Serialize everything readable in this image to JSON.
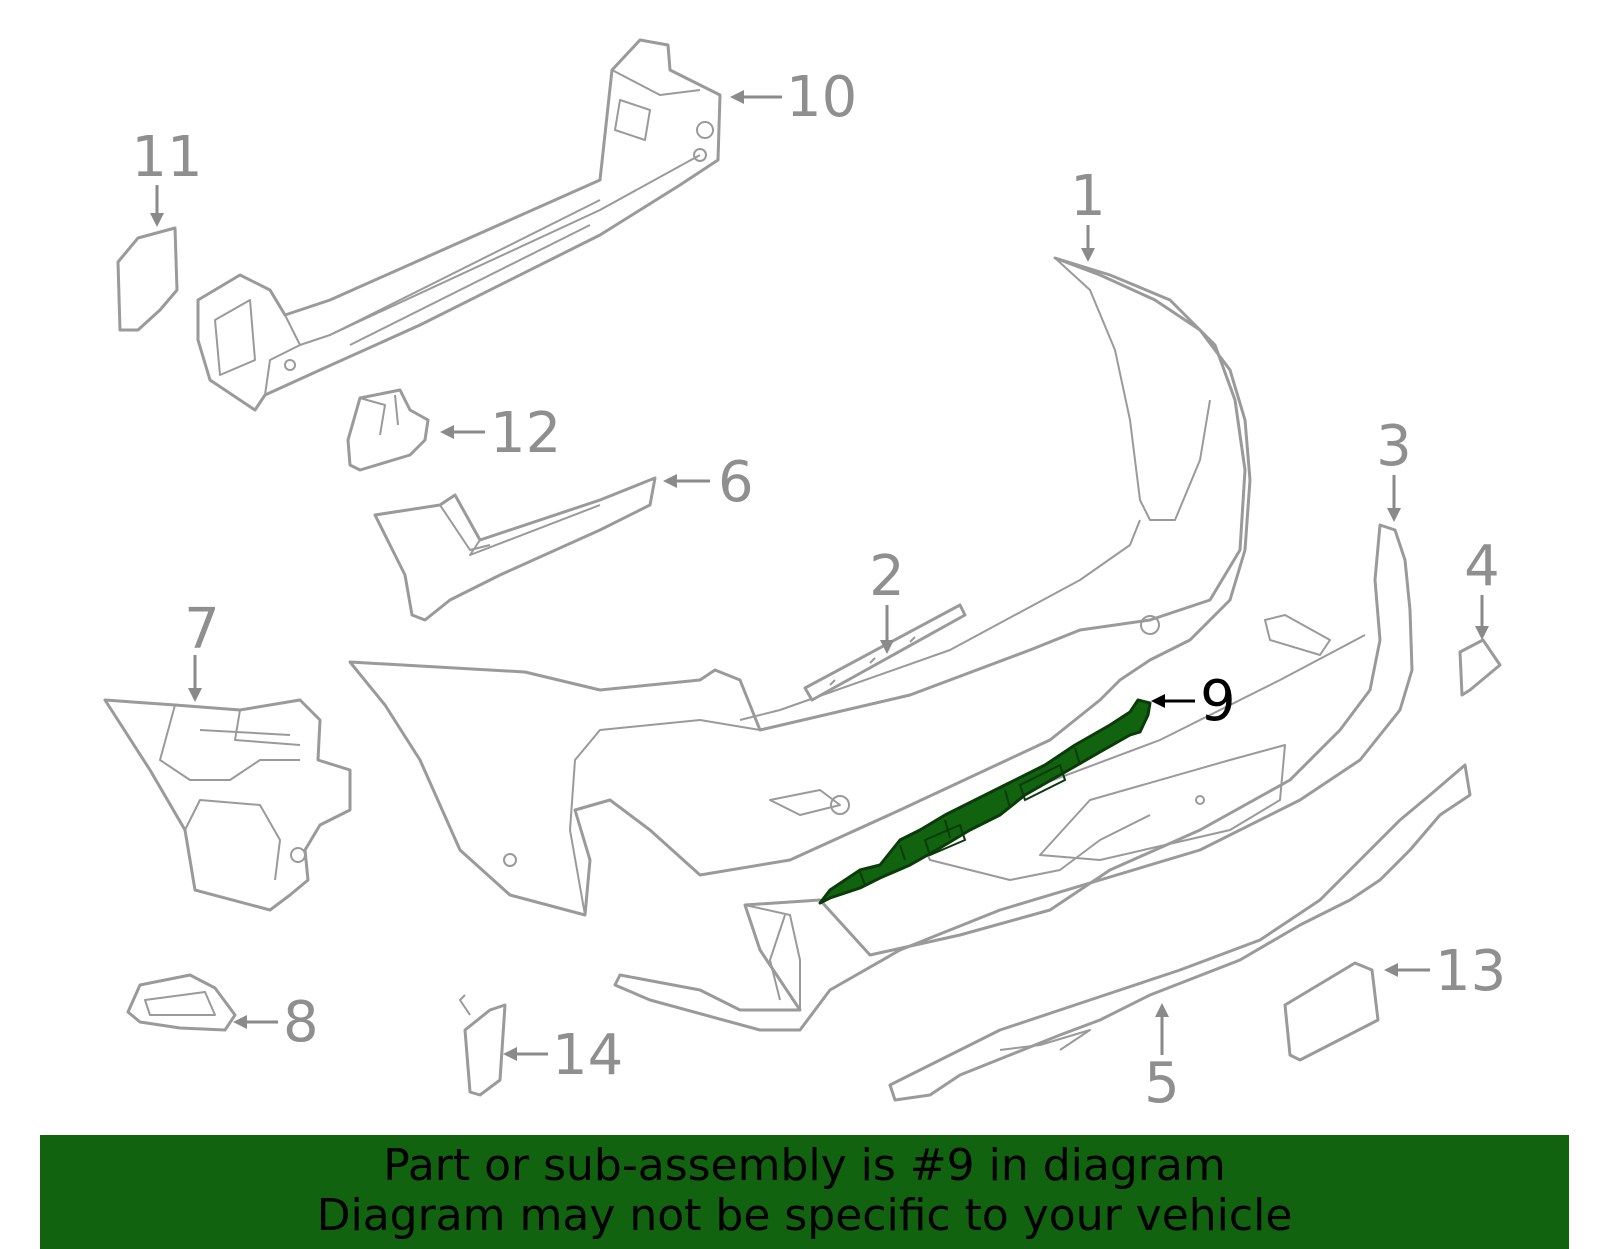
{
  "diagram": {
    "highlight_color": "#11630f",
    "highlighted_part": "9",
    "callouts": [
      "1",
      "2",
      "3",
      "4",
      "5",
      "6",
      "7",
      "8",
      "9",
      "10",
      "11",
      "12",
      "13",
      "14"
    ]
  },
  "banner": {
    "background": "#11630f",
    "line1": "Part or sub-assembly is #9 in diagram",
    "line2": "Diagram may not be specific to your vehicle"
  }
}
